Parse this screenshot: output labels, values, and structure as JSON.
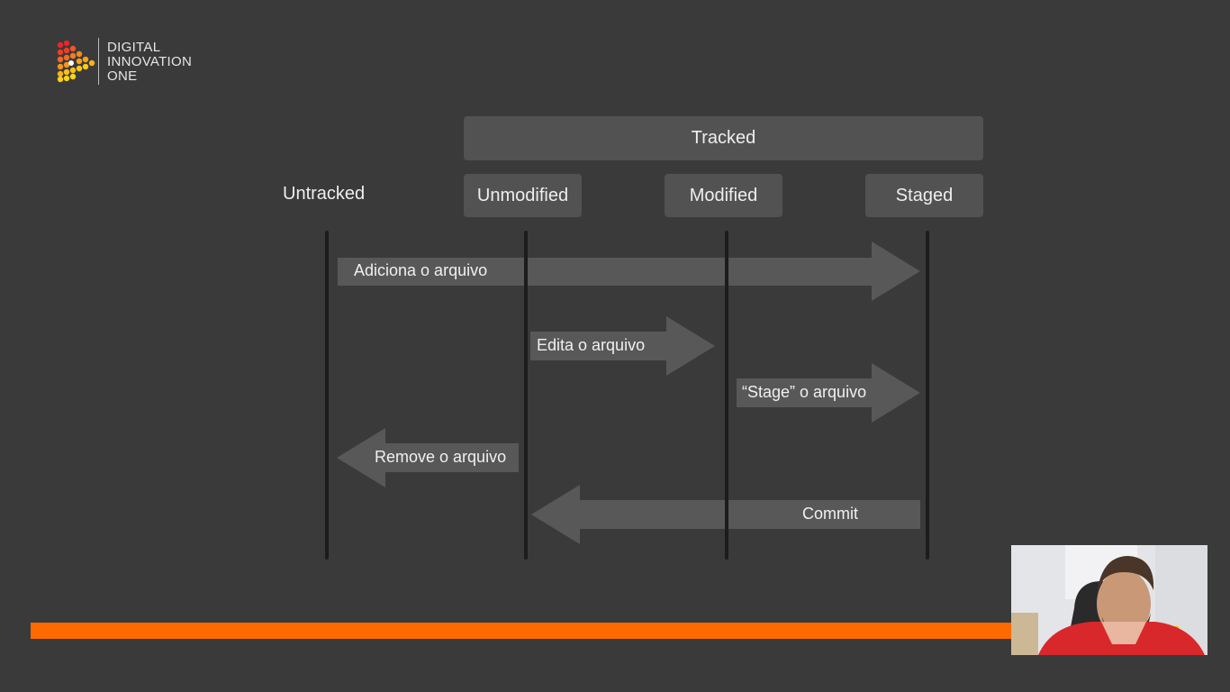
{
  "brand": {
    "line1": "DIGITAL",
    "line2": "INNOVATION",
    "line3": "ONE"
  },
  "diagram": {
    "group_label": "Tracked",
    "states": {
      "untracked": "Untracked",
      "unmodified": "Unmodified",
      "modified": "Modified",
      "staged": "Staged"
    },
    "transitions": [
      {
        "label": "Adiciona o arquivo",
        "from": "Untracked",
        "to": "Staged"
      },
      {
        "label": "Edita o arquivo",
        "from": "Unmodified",
        "to": "Modified"
      },
      {
        "label": "“Stage” o arquivo",
        "from": "Modified",
        "to": "Staged"
      },
      {
        "label": "Remove o arquivo",
        "from": "Unmodified",
        "to": "Untracked"
      },
      {
        "label": "Commit",
        "from": "Staged",
        "to": "Unmodified"
      }
    ]
  },
  "progress": {
    "fraction": 1.0,
    "color": "#ff6a00"
  },
  "colors": {
    "background": "#3a3a3a",
    "box": "#525252",
    "arrow": "#565656",
    "lifeline": "#1c1c1c"
  },
  "icons": {
    "brand": "digital-innovation-one-logo-icon",
    "webcam": "presenter-webcam-icon"
  }
}
